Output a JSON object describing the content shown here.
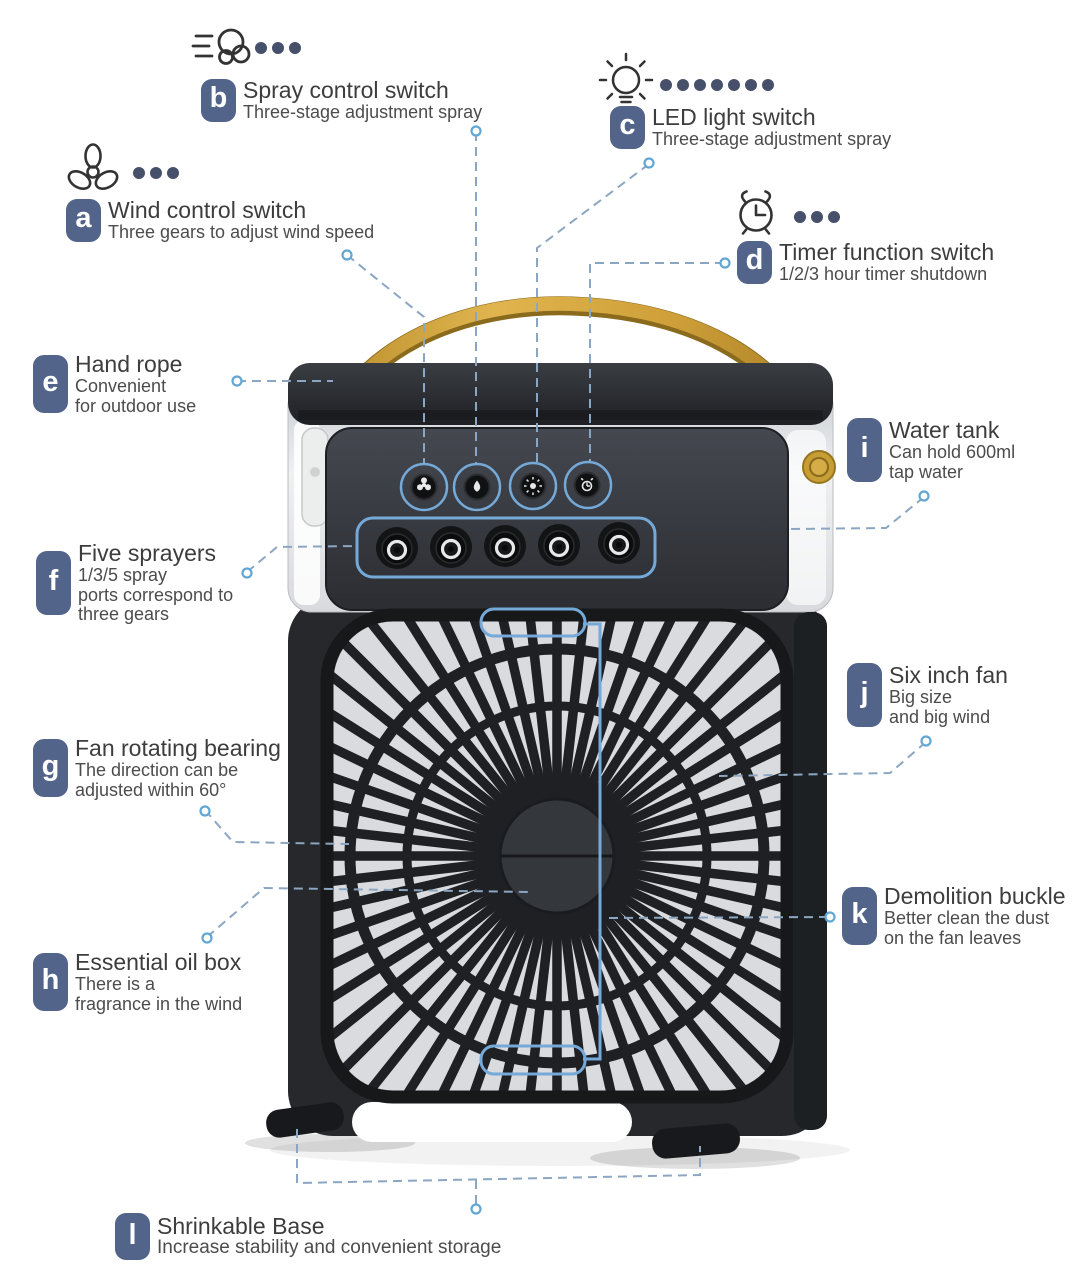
{
  "device": {
    "type": "portable mist cooling fan product diagram",
    "control_button_icons": [
      "fan",
      "spray",
      "light",
      "timer"
    ],
    "sprayer_nozzle_count": 5
  },
  "colors": {
    "accent_blue": "#74a9d8",
    "dash_blue": "#8ba6c3",
    "badge_blue": "#53648a",
    "dot_navy": "#46506a",
    "handle_gold": "#cfa03a",
    "body_dark": "#26282c",
    "title_text": "#3d3d3d",
    "subtitle_text": "#4c4c4c"
  },
  "labels": [
    {
      "key": "a",
      "icon": "fan-icon",
      "dots": 3,
      "title": "Wind control switch",
      "lines": [
        "Three gears to adjust wind speed"
      ]
    },
    {
      "key": "b",
      "icon": "spray-icon",
      "dots": 3,
      "title": "Spray control switch",
      "lines": [
        "Three-stage adjustment spray"
      ]
    },
    {
      "key": "c",
      "icon": "bulb-icon",
      "dots": 7,
      "title": "LED light switch",
      "lines": [
        "Three-stage adjustment spray"
      ]
    },
    {
      "key": "d",
      "icon": "alarm-icon",
      "dots": 3,
      "title": "Timer function switch",
      "lines": [
        "1/2/3 hour timer shutdown"
      ]
    },
    {
      "key": "e",
      "title": "Hand rope",
      "lines": [
        "Convenient",
        "for outdoor use"
      ]
    },
    {
      "key": "f",
      "title": "Five sprayers",
      "lines": [
        "1/3/5 spray",
        "ports correspond to",
        "three gears"
      ]
    },
    {
      "key": "g",
      "title": "Fan rotating bearing",
      "lines": [
        "The direction can be",
        "adjusted within 60°"
      ]
    },
    {
      "key": "h",
      "title": "Essential oil box",
      "lines": [
        "There is a",
        "fragrance in the wind"
      ]
    },
    {
      "key": "i",
      "title": "Water tank",
      "lines": [
        "Can hold 600ml",
        "tap water"
      ]
    },
    {
      "key": "j",
      "title": "Six inch fan",
      "lines": [
        "Big size",
        "and big wind"
      ]
    },
    {
      "key": "k",
      "title": "Demolition buckle",
      "lines": [
        "Better clean the dust",
        "on the fan leaves"
      ]
    },
    {
      "key": "l",
      "title": "Shrinkable Base",
      "lines": [
        "Increase stability and convenient storage"
      ]
    }
  ]
}
